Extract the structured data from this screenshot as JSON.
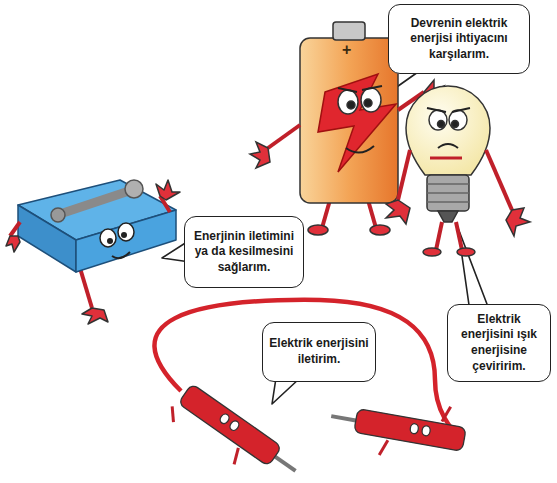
{
  "diagram": {
    "nodes": [
      {
        "text": [
          "Devrenin elektrik enerjisi ihtiyacını karşılarım."
        ]
      },
      {
        "text": [
          "Enerjinin iletimini ya da kesilmesini sağlarım."
        ]
      },
      {
        "text": [
          "Elektrik enerjisini ışık enerjisine çeviririm."
        ]
      },
      {
        "text": [
          "Elektrik enerjisini iletirim."
        ]
      }
    ],
    "labels": [
      "+"
    ]
  }
}
